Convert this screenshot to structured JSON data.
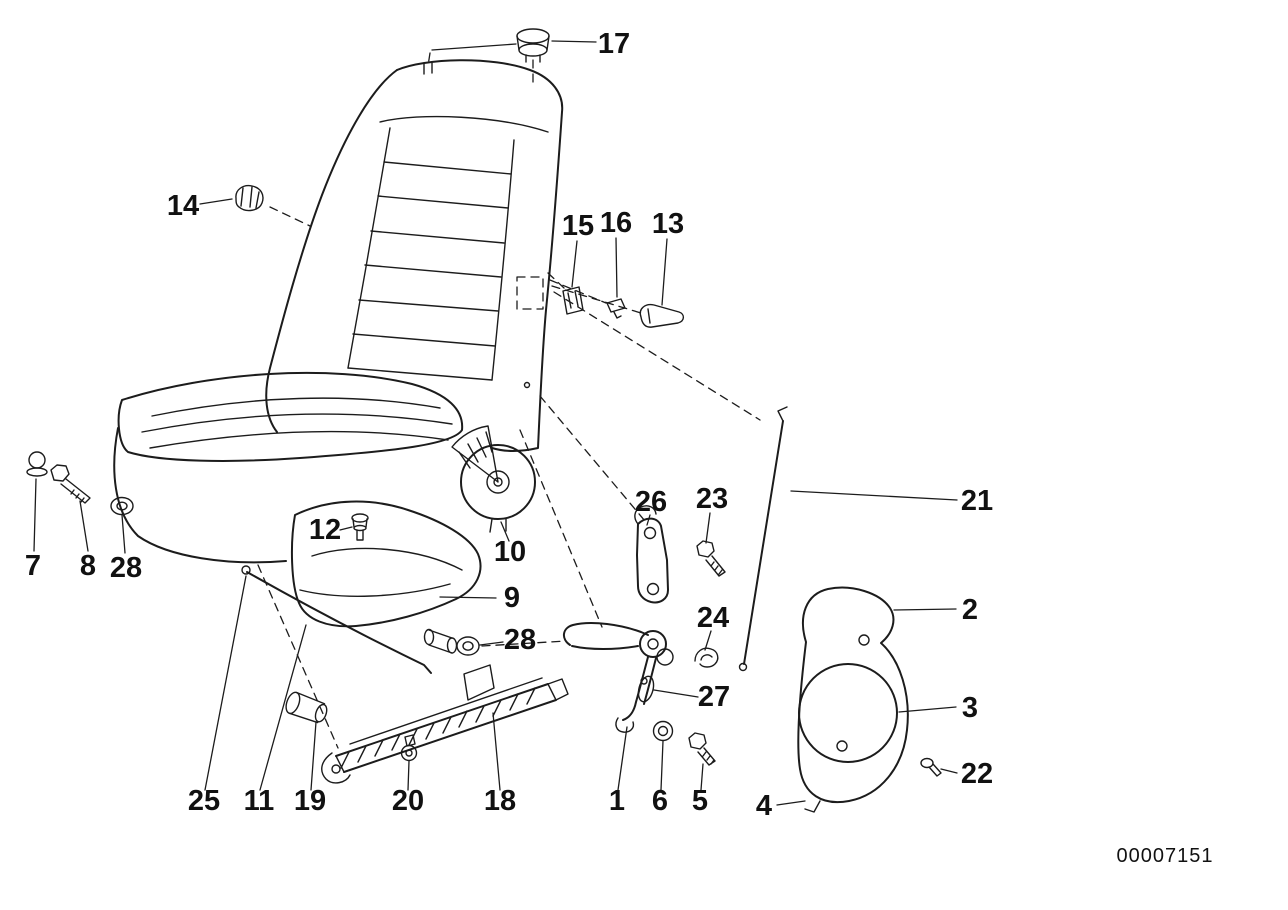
{
  "diagram": {
    "doc_number": "00007151",
    "type": "exploded-parts-diagram",
    "subject": "sport-seat-recline-adjustment",
    "colors": {
      "background": "#ffffff",
      "line": "#1c1c1c"
    },
    "callouts": [
      {
        "label": "17"
      },
      {
        "label": "14"
      },
      {
        "label": "15"
      },
      {
        "label": "16"
      },
      {
        "label": "13"
      },
      {
        "label": "12"
      },
      {
        "label": "10"
      },
      {
        "label": "9"
      },
      {
        "label": "28"
      },
      {
        "label": "26"
      },
      {
        "label": "23"
      },
      {
        "label": "24"
      },
      {
        "label": "21"
      },
      {
        "label": "2"
      },
      {
        "label": "3"
      },
      {
        "label": "22"
      },
      {
        "label": "27"
      },
      {
        "label": "7"
      },
      {
        "label": "8"
      },
      {
        "label": "28"
      },
      {
        "label": "25"
      },
      {
        "label": "11"
      },
      {
        "label": "19"
      },
      {
        "label": "20"
      },
      {
        "label": "18"
      },
      {
        "label": "1"
      },
      {
        "label": "6"
      },
      {
        "label": "5"
      },
      {
        "label": "4"
      }
    ]
  }
}
